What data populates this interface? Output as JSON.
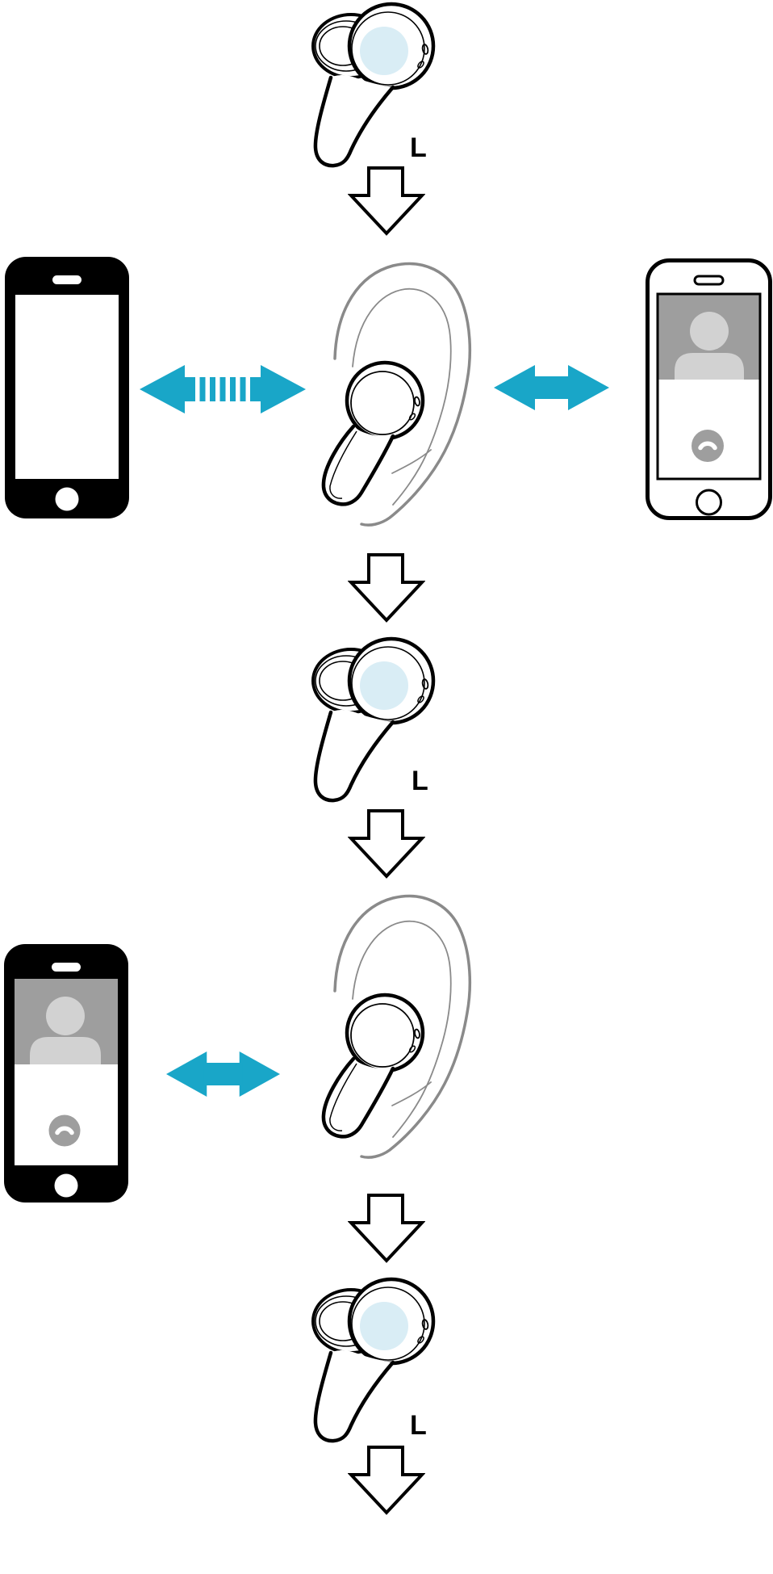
{
  "labels": {
    "earbud_left_1": "L",
    "earbud_left_2": "L",
    "earbud_left_3": "L"
  },
  "colors": {
    "background": "#ffffff",
    "ink": "#000000",
    "accent_cyan": "#19a6c8",
    "touch_pad_blue": "#d9edf5",
    "ear_gray": "#8a8a8a",
    "screen_gray": "#9e9e9e",
    "silhouette_gray": "#d2d2d2"
  }
}
